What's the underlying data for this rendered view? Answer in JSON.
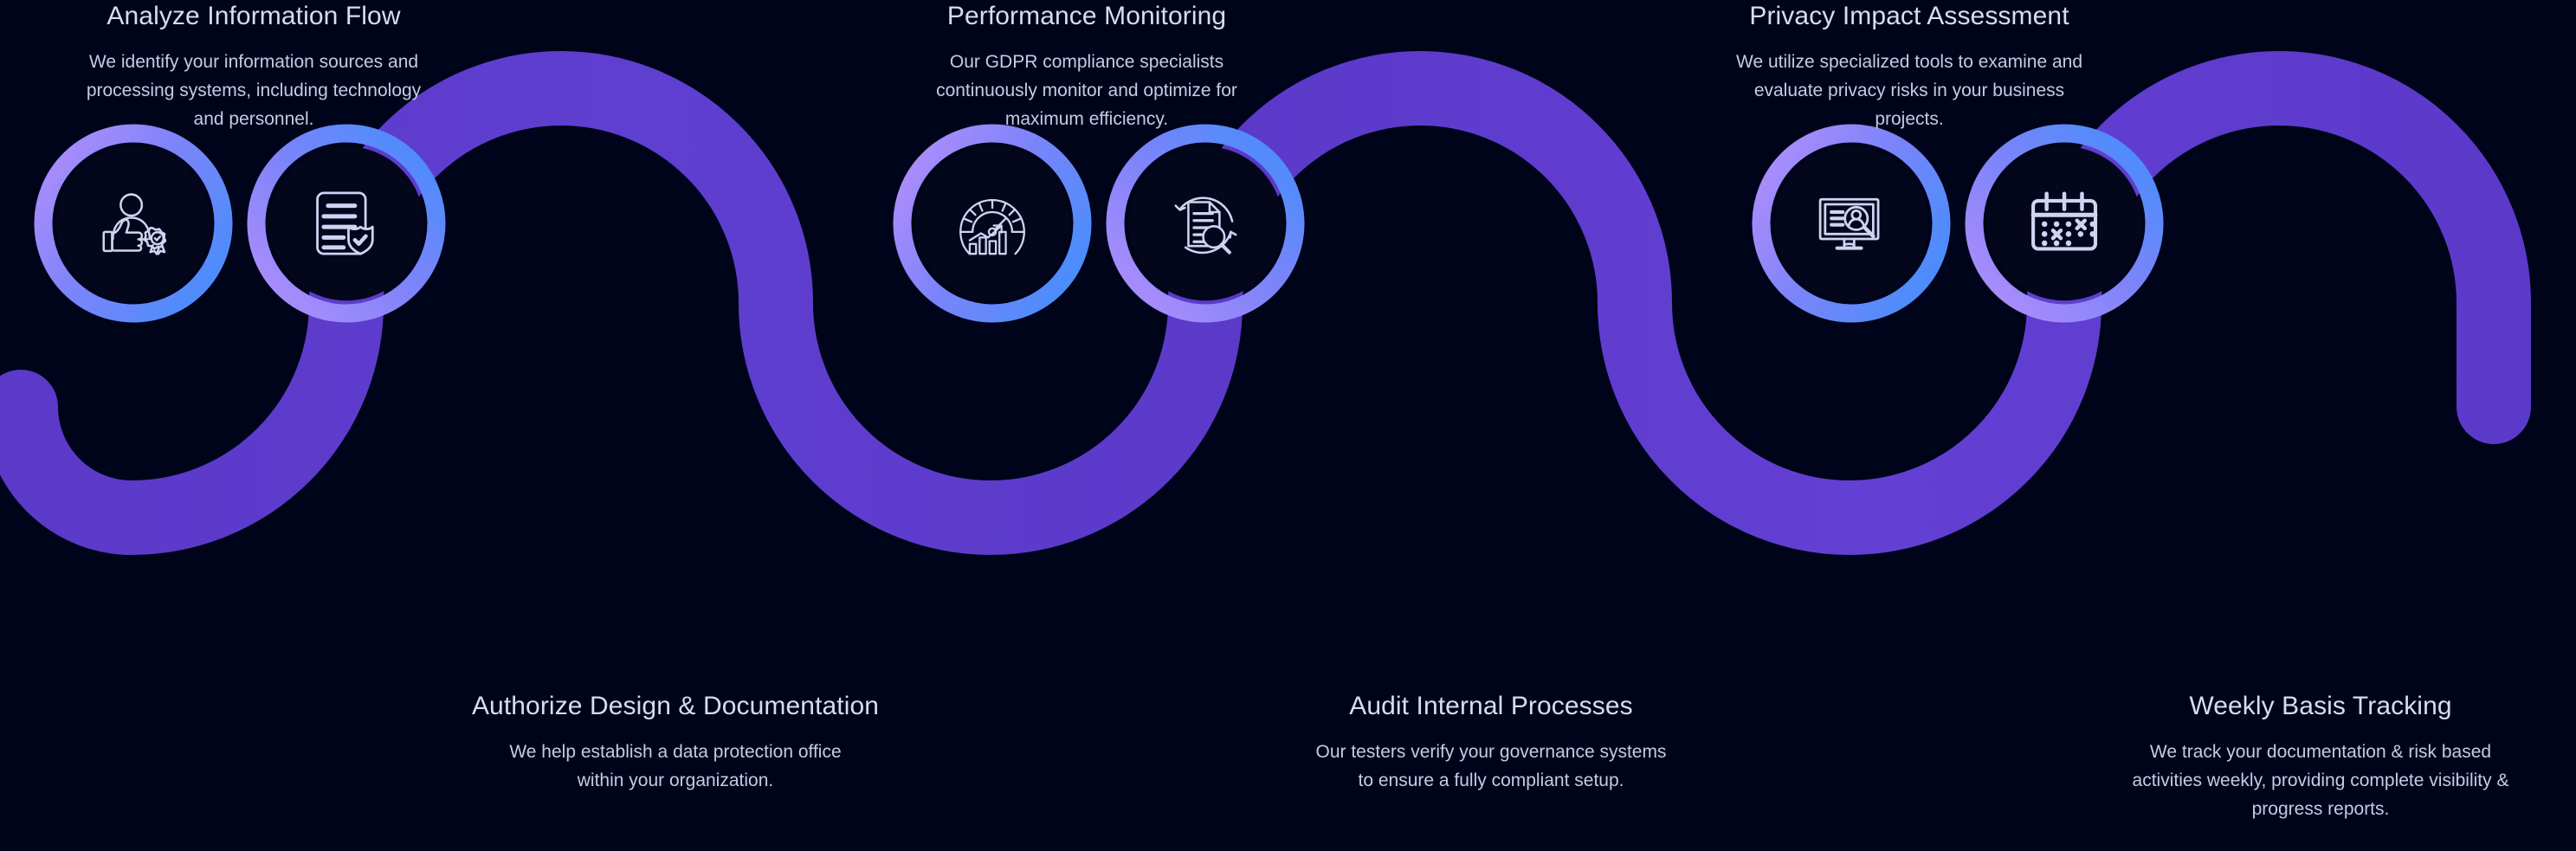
{
  "theme": {
    "background": "#00041a",
    "ring_purple": "#9b7ef8",
    "ring_blue": "#5b8cfa",
    "wave_purple": "#5b39c9",
    "icon_stroke": "#ced4f2",
    "heading_color": "#d8dcf2",
    "body_color": "#c5cbe6"
  },
  "steps": [
    {
      "position": "top",
      "index": 1,
      "icon": "person-thumbs-up-award-icon",
      "title": "Analyze Information Flow",
      "description": "We identify your information sources and processing systems, including technology and personnel.",
      "description_lines": [
        "We identify your information sources and",
        "processing systems, including technology",
        "and personnel."
      ]
    },
    {
      "position": "bottom",
      "index": 2,
      "icon": "document-shield-check-icon",
      "title": "Authorize Design & Documentation",
      "description": "We help establish a data protection office within your organization.",
      "description_lines": [
        "We help establish a data protection office",
        "within your organization."
      ]
    },
    {
      "position": "top",
      "index": 3,
      "icon": "gauge-bar-chart-icon",
      "title": "Performance Monitoring",
      "description": "Our GDPR compliance specialists continuously monitor and optimize for maximum efficiency.",
      "description_lines": [
        "Our GDPR compliance specialists",
        "continuously monitor and optimize for",
        "maximum efficiency."
      ]
    },
    {
      "position": "bottom",
      "index": 4,
      "icon": "document-magnifier-refresh-icon",
      "title": "Audit Internal Processes",
      "description": "Our testers verify your governance systems to ensure a fully compliant setup.",
      "description_lines": [
        "Our testers verify your governance systems",
        "to ensure a fully compliant setup."
      ]
    },
    {
      "position": "top",
      "index": 5,
      "icon": "monitor-person-magnifier-icon",
      "title": "Privacy Impact Assessment",
      "description": "We utilize specialized tools to examine and evaluate privacy risks in your business projects.",
      "description_lines": [
        "We utilize specialized tools to examine and",
        "evaluate privacy risks in your business",
        "projects."
      ]
    },
    {
      "position": "bottom",
      "index": 6,
      "icon": "calendar-schedule-icon",
      "title": "Weekly Basis Tracking",
      "description": "We track your documentation & risk based activities weekly, providing complete visibility & progress reports.",
      "description_lines": [
        "We track your documentation & risk based",
        "activities weekly, providing complete visibility &",
        "progress reports."
      ]
    }
  ]
}
